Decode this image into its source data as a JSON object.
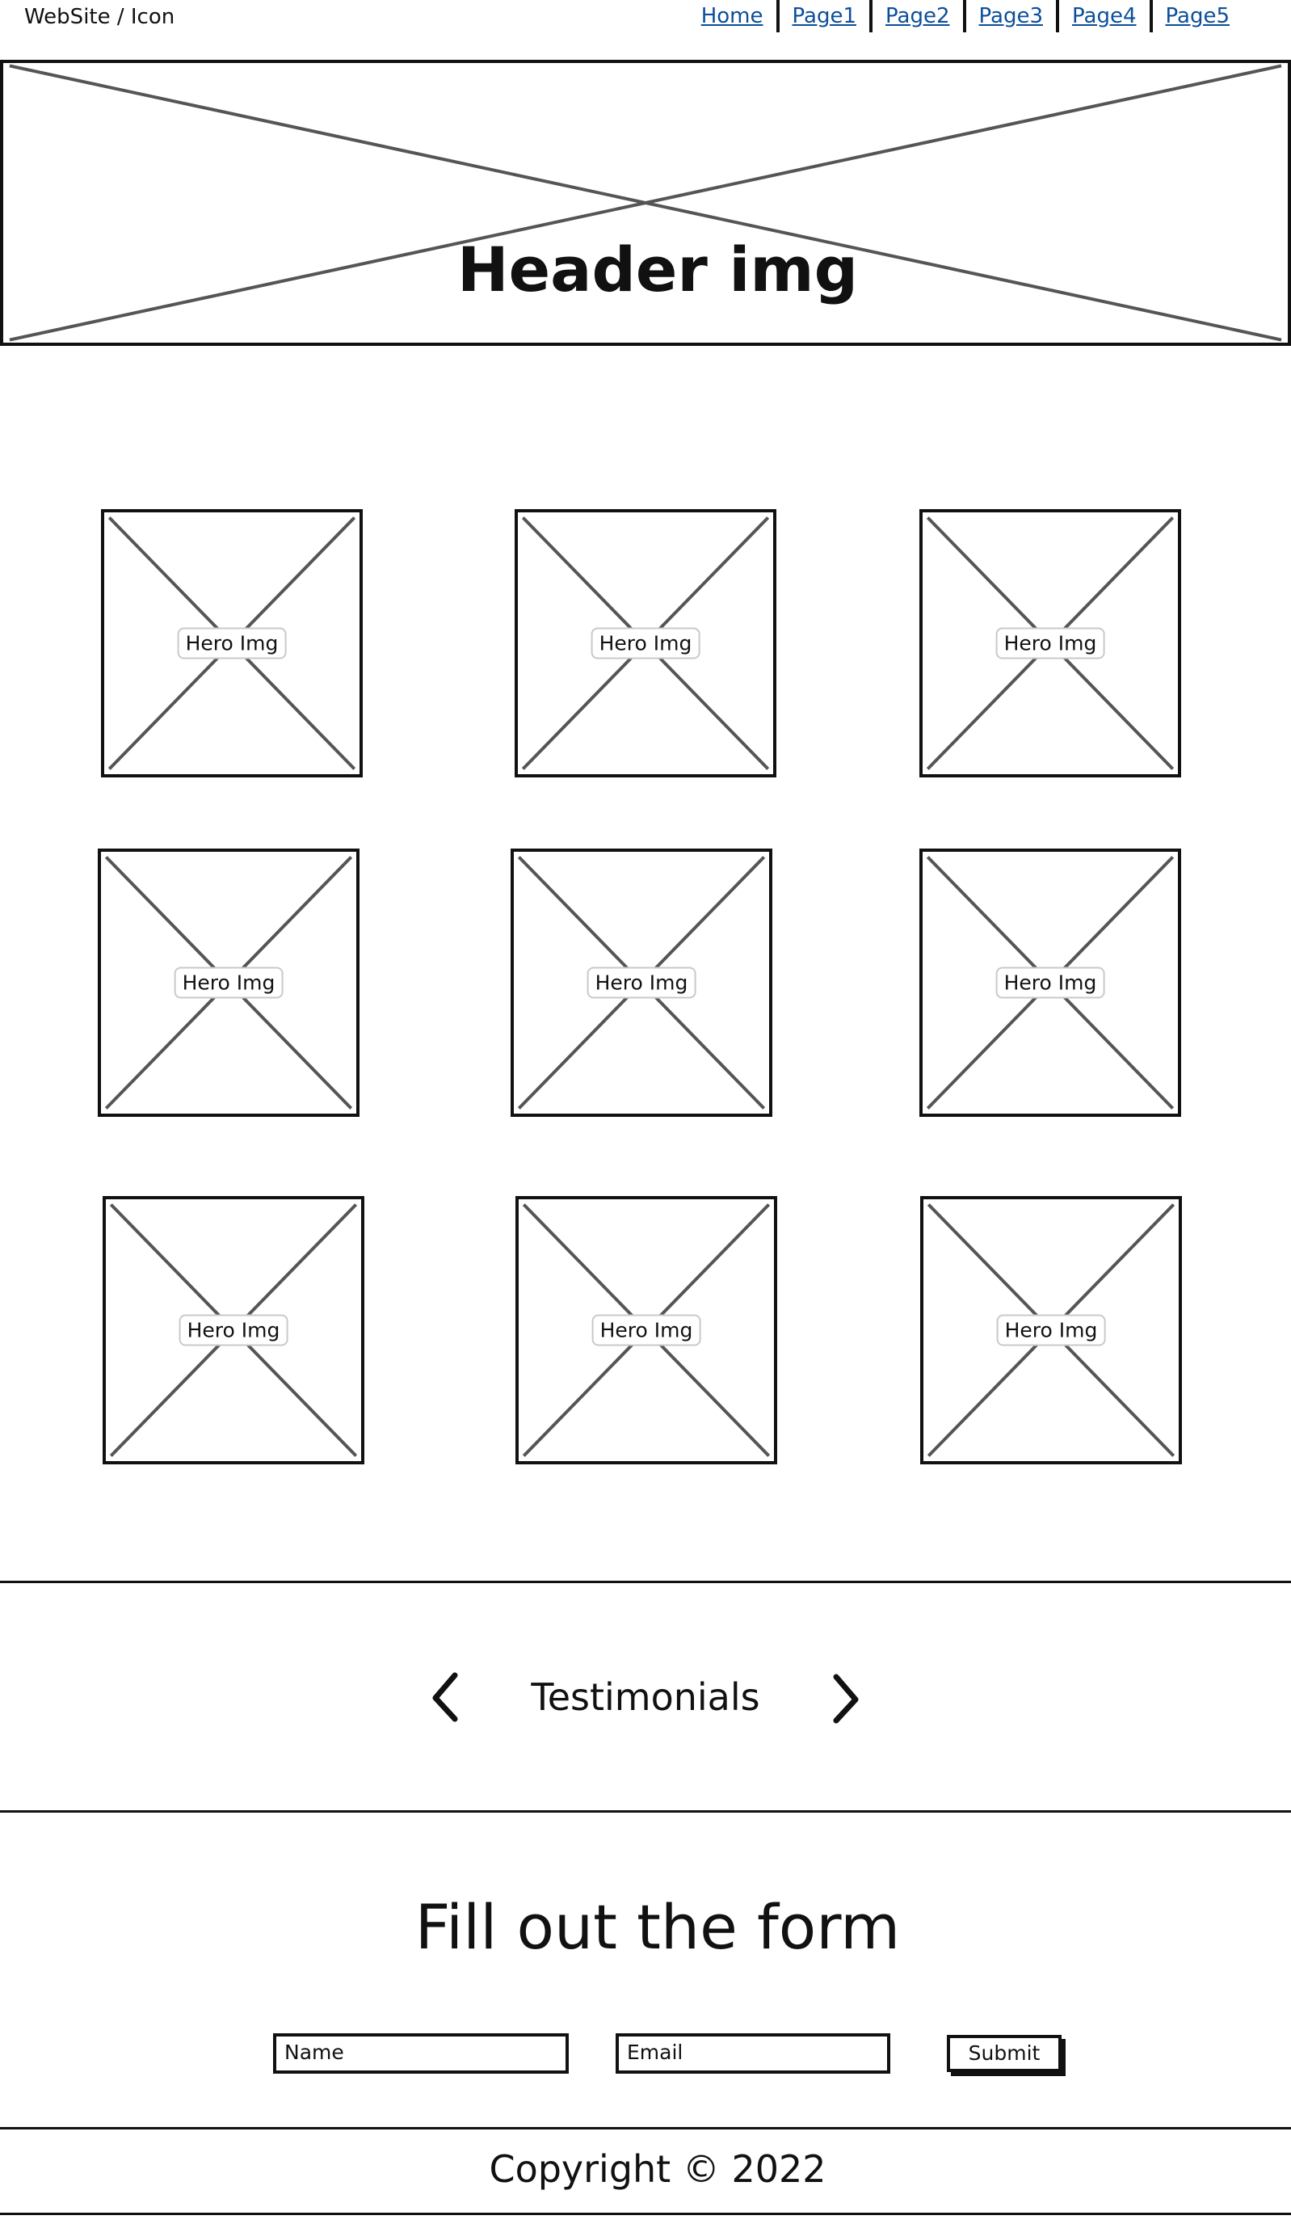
{
  "site": {
    "title": "WebSite / Icon"
  },
  "nav": {
    "items": [
      {
        "label": "Home"
      },
      {
        "label": "Page1"
      },
      {
        "label": "Page2"
      },
      {
        "label": "Page3"
      },
      {
        "label": "Page4"
      },
      {
        "label": "Page5"
      }
    ]
  },
  "header": {
    "image_label": "Header img"
  },
  "hero_grid": {
    "items": [
      {
        "label": "Hero Img"
      },
      {
        "label": "Hero Img"
      },
      {
        "label": "Hero Img"
      },
      {
        "label": "Hero Img"
      },
      {
        "label": "Hero Img"
      },
      {
        "label": "Hero Img"
      },
      {
        "label": "Hero Img"
      },
      {
        "label": "Hero Img"
      },
      {
        "label": "Hero Img"
      }
    ]
  },
  "testimonials": {
    "label": "Testimonials",
    "prev_icon": "chevron-left-icon",
    "next_icon": "chevron-right-icon"
  },
  "form": {
    "title": "Fill out the form",
    "name_placeholder": "Name",
    "email_placeholder": "Email",
    "submit_label": "Submit"
  },
  "footer": {
    "copyright": "Copyright © 2022"
  },
  "colors": {
    "link": "#0b4f9a",
    "line": "#111111",
    "placeholder_cross": "#555555",
    "label_border": "#c9c9c9"
  }
}
